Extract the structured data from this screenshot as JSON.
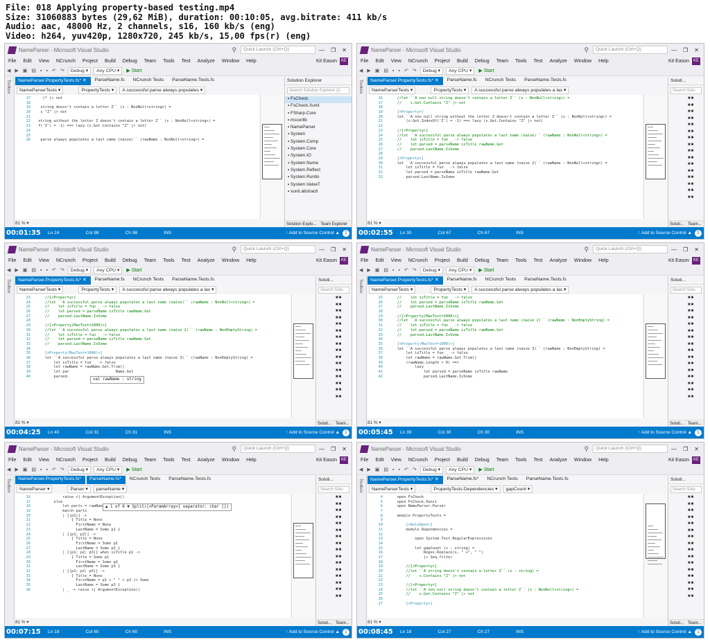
{
  "header": {
    "line1": "File: 018 Applying property-based testing.mp4",
    "line2": "Size: 31060883 bytes (29,62 MiB), duration: 00:10:05, avg.bitrate: 411 kb/s",
    "line3": "Audio: aac, 48000 Hz, 2 channels, s16, 160 kb/s (eng)",
    "line4": "Video: h264, yuv420p, 1280x720, 245 kb/s, 15,00 fps(r) (eng)"
  },
  "vs": {
    "title": "NameParser - Microsoft Visual Studio",
    "quick_launch": "Quick Launch (Ctrl+Q)",
    "user": "Kit Eason",
    "badge": "KE",
    "menu": [
      "File",
      "Edit",
      "View",
      "NCrunch",
      "Project",
      "Build",
      "Debug",
      "Team",
      "Tools",
      "Test",
      "Analyze",
      "Window",
      "Help"
    ],
    "config": "Debug",
    "platform": "Any CPU",
    "start": "▶ Start",
    "toolbox": "Toolbox",
    "zoom": "81 %",
    "add_source": "↑ Add to Source Control ▲",
    "ins": "INS",
    "solution_tabs": [
      "Solution Explo...",
      "Team Explorer"
    ],
    "solution_tabs_short": [
      "Soluti...",
      "Team..."
    ]
  },
  "frames": [
    {
      "time": "00:01:35",
      "tabs": [
        "NameParser.PropertyTests.fs*",
        "ParseName.fs",
        "NCrunch Tests",
        "ParseName.Tests.fs"
      ],
      "nav": [
        "NameParserTests",
        "PropertyTests",
        "A successful parse always populates"
      ],
      "ln": "Ln 24",
      "col": "Col 98",
      "ch": "Ch 98",
      "panel_title": "Solution Explorer",
      "panel_search": "Search Solution Explorer (C",
      "panel_items": [
        "FsCheck",
        "FsCheck.Xunit",
        "FSharp.Core",
        "mscorlib",
        "NameParser",
        "System",
        "System.Comp",
        "System.Core",
        "System.IO",
        "System.Nume",
        "System.Reflect",
        "System.Runtin",
        "System.ValueT",
        "xunit.abstracti"
      ],
      "code": [
        [
          "17",
          "   (* |> not"
        ],
        [
          "18",
          ""
        ],
        [
          "19",
          "  string doesn't contain a letter Z`` (s : NonNull<string>) ="
        ],
        [
          "20",
          "  s \"Z\" |> not"
        ],
        [
          "21",
          ""
        ],
        [
          "22",
          " string without the letter Z doesn't contain a letter Z`` (s : NonNull<string>) ="
        ],
        [
          "23",
          " f('Z') = -1) ==> lazy (s.Get.Contains \"Z\" |> not)"
        ],
        [
          "24",
          ""
        ],
        [
          "25",
          ""
        ],
        [
          "26",
          "  parse always populates a last name (naive)`` (rawName : NonNull<string>) ="
        ]
      ]
    },
    {
      "time": "00:02:55",
      "tabs": [
        "NameParser.PropertyTests.fs*",
        "ParseName.fs",
        "NCrunch Tests",
        "ParseName.Tests.fs"
      ],
      "nav": [
        "NameParserTests",
        "PropertyTests",
        "A successful parse always populates a las"
      ],
      "ln": "Ln 30",
      "col": "Col 67",
      "ch": "Ch 67",
      "panel_title": "Soluti...",
      "panel_search": "Search Solu",
      "code": [
        [
          "16",
          "    //let ``A non null string doesn't contain a letter Z`` (s : NonNull<string>) ="
        ],
        [
          "17",
          "    //    s.Get.Contains \"Z\" |> not"
        ],
        [
          "18",
          ""
        ],
        [
          "19",
          "    [<Property>]"
        ],
        [
          "20",
          "    let ``A non null string without the letter Z doesn't contain a letter Z`` (s : NonNull<string>) ="
        ],
        [
          "21",
          "        (s.Get.IndexOf('Z') = -1) ==> lazy (s.Get.Contains \"Z\" |> not)"
        ],
        [
          "22",
          ""
        ],
        [
          "23",
          "    //[<Property>]"
        ],
        [
          "24",
          "    //let ``A successful parse always populates a last name (naive)`` (rawName : NonNull<string>) ="
        ],
        [
          "25",
          "    //    let isTitle = fun _ -> false"
        ],
        [
          "26",
          "    //    let parsed = parseName isTitle rawName.Get"
        ],
        [
          "27",
          "    //    parsed.LastName.IsSome"
        ],
        [
          "28",
          ""
        ],
        [
          "29",
          "    [<Property>]"
        ],
        [
          "30",
          "    let ``A successful parse always populates a last name (naive 2)`` (rawName : NonNull<string>) ="
        ],
        [
          "31",
          "        let isTitle = fun _ -> false"
        ],
        [
          "32",
          "        let parsed = parseName isTitle rawName.Get"
        ],
        [
          "33",
          "        parsed.LastName.IsSome"
        ]
      ]
    },
    {
      "time": "00:04:25",
      "tabs": [
        "NameParser.PropertyTests.fs*",
        "ParseName.fs",
        "NCrunch Tests",
        "ParseName.Tests.fs"
      ],
      "nav": [
        "NameParserTests",
        "PropertyTests",
        "A successful parse always populates a las"
      ],
      "ln": "Ln 40",
      "col": "Col 31",
      "ch": "Ch 31",
      "panel_title": "Soluti...",
      "panel_search": "Search Solu",
      "tooltip": "val rawName : string",
      "code": [
        [
          "23",
          "    //[<Property>]"
        ],
        [
          "24",
          "    //let ``A successful parse always populates a last name (naive)`` (rawName : NonNull<string>) ="
        ],
        [
          "25",
          "    //    let isTitle = fun _ -> false"
        ],
        [
          "26",
          "    //    let parsed = parseName isTitle rawName.Get"
        ],
        [
          "27",
          "    //    parsed.LastName.IsSome"
        ],
        [
          "28",
          ""
        ],
        [
          "29",
          "    //[<Property(MaxTest=1000)>]"
        ],
        [
          "30",
          "    //let ``A successful parse always populates a last name (naive 2)`` (rawName : NonEmptyString) ="
        ],
        [
          "31",
          "    //    let isTitle = fun _ -> false"
        ],
        [
          "32",
          "    //    let parsed = parseName isTitle rawName.Get"
        ],
        [
          "33",
          "    //    parsed.LastName.IsSome"
        ],
        [
          "34",
          ""
        ],
        [
          "35",
          "    [<Property(MaxTest=1000)>]"
        ],
        [
          "36",
          "    let ``A successful parse always populates a last name (naive 3)`` (rawName : NonEmptyString) ="
        ],
        [
          "37",
          "        let isTitle = fun _ -> false"
        ],
        [
          "38",
          "        let rawName = rawName.Get.Trim()"
        ],
        [
          "39",
          "        let par                     Name.Get"
        ],
        [
          "40",
          "        parsed."
        ]
      ]
    },
    {
      "time": "00:05:45",
      "tabs": [
        "NameParser.PropertyTests.fs*",
        "ParseName.fs",
        "NCrunch Tests",
        "ParseName.Tests.fs"
      ],
      "nav": [
        "NameParserTests",
        "PropertyTests",
        "A successful parse always populates a las"
      ],
      "ln": "Ln 39",
      "col": "Col 30",
      "ch": "Ch 30",
      "panel_title": "Soluti...",
      "panel_search": "Search Solu",
      "code": [
        [
          "25",
          "    //    let isTitle = fun _ -> false"
        ],
        [
          "26",
          "    //    let parsed = parseName isTitle rawName.Get"
        ],
        [
          "27",
          "    //    parsed.LastName.IsSome"
        ],
        [
          "28",
          ""
        ],
        [
          "29",
          "    //[<Property(MaxTest=1000)>]"
        ],
        [
          "30",
          "    //let ``A successful parse always populates a last name (naive 2)`` (rawName : NonEmptyString) ="
        ],
        [
          "31",
          "    //    let isTitle = fun _ -> false"
        ],
        [
          "32",
          "    //    let parsed = parseName isTitle rawName.Get"
        ],
        [
          "33",
          "    //    parsed.LastName.IsSome"
        ],
        [
          "34",
          ""
        ],
        [
          "35",
          "    [<Property(MaxTest=1000)>]"
        ],
        [
          "36",
          "    let ``A successful parse always populates a last name (naive 3)`` (rawName : NonEmptyString) ="
        ],
        [
          "37",
          "        let isTitle = fun _ -> false"
        ],
        [
          "38",
          "        let rawName = rawName.Get.Trim()"
        ],
        [
          "39",
          "        (rawName.Length > 0) ==>"
        ],
        [
          "40",
          "            lazy"
        ],
        [
          "41",
          "                let parsed = parseName isTitle rawName"
        ],
        [
          "42",
          "                parsed.LastName.IsSome"
        ]
      ]
    },
    {
      "time": "00:07:15",
      "tabs": [
        "NameParser.PropertyTests.fs*",
        "ParseName.fs*",
        "NCrunch Tests",
        "ParseName.Tests.fs"
      ],
      "nav": [
        "NameParser",
        "Parser",
        "parseName"
      ],
      "ln": "Ln 18",
      "col": "Col 60",
      "ch": "Ch 60",
      "panel_title": "Soluti...",
      "panel_search": "Search Solu",
      "tooltip": "▲ 1 of 6 ▼ Split([<ParamArray>] separator: char [])",
      "code": [
        [
          "16",
          "            raise <| ArgumentException()"
        ],
        [
          "17",
          "        else"
        ],
        [
          "18",
          "            let parts = rawName.Split([|' '|], StringSplitOptions"
        ],
        [
          "19",
          "            match parts"
        ],
        [
          "20",
          "            | [|p1|] ->"
        ],
        [
          "21",
          "                { Title = None"
        ],
        [
          "22",
          "                  FirstName = None"
        ],
        [
          "23",
          "                  LastName = Some p1 }"
        ],
        [
          "24",
          "            | [|p1; p2|] ->"
        ],
        [
          "25",
          "                { Title = None"
        ],
        [
          "26",
          "                  FirstName = Some p1"
        ],
        [
          "27",
          "                  LastName = Some p2 }"
        ],
        [
          "28",
          "            | [|p1; p2; p3|] when isTitle p1 ->"
        ],
        [
          "29",
          "                { Title = Some p1"
        ],
        [
          "30",
          "                  FirstName = Some p2"
        ],
        [
          "31",
          "                  LastName = Some p3 }"
        ],
        [
          "32",
          "            | [|p1; p2; p3|] ->"
        ],
        [
          "33",
          "                { Title = None"
        ],
        [
          "34",
          "                  FirstName = p1 + \" \" + p2 |> Some"
        ],
        [
          "35",
          "                  LastName = Some p3 }"
        ],
        [
          "36",
          "            | _ -> raise <| ArgumentException()"
        ]
      ]
    },
    {
      "time": "00:08:45",
      "tabs": [
        "NameParser.PropertyTests.fs*",
        "ParseName.fs*",
        "NCrunch Tests",
        "ParseName.Tests.fs"
      ],
      "nav": [
        "NameParserTests",
        "PropertyTests.Dependencies",
        "gapCount"
      ],
      "ln": "Ln 18",
      "col": "Col 27",
      "ch": "Ch 27",
      "panel_title": "Soluti...",
      "panel_search": "Search Solu",
      "code": [
        [
          "4",
          "    open FsCheck"
        ],
        [
          "5",
          "    open FsCheck.Xunit"
        ],
        [
          "6",
          "    open NameParser.Parser"
        ],
        [
          "7",
          ""
        ],
        [
          "8",
          "    module PropertyTests ="
        ],
        [
          "9",
          ""
        ],
        [
          "10",
          "        [<AutoOpen>]"
        ],
        [
          "11",
          "        module Dependencies ="
        ],
        [
          "12",
          ""
        ],
        [
          "13",
          "            open System.Text.RegularExpressions"
        ],
        [
          "14",
          ""
        ],
        [
          "15",
          "            let gapCount (s : string) ="
        ],
        [
          "16",
          "                Regex.Replace(s, \" +\", \" \")"
        ],
        [
          "17",
          "                |> Seq.filter"
        ],
        [
          "18",
          ""
        ],
        [
          "19",
          "        //[<Property>]"
        ],
        [
          "20",
          "        //let ``A string doesn't contain a letter Z`` (s : string) ="
        ],
        [
          "21",
          "        //    s.Contains \"Z\" |> not"
        ],
        [
          "22",
          ""
        ],
        [
          "23",
          "        //[<Property>]"
        ],
        [
          "24",
          "        //let ``A non null string doesn't contain a letter Z`` (s : NonNull<string>) ="
        ],
        [
          "25",
          "        //    s.Get.Contains \"Z\" |> not"
        ],
        [
          "26",
          ""
        ],
        [
          "27",
          "        [<Property>]"
        ]
      ]
    }
  ]
}
